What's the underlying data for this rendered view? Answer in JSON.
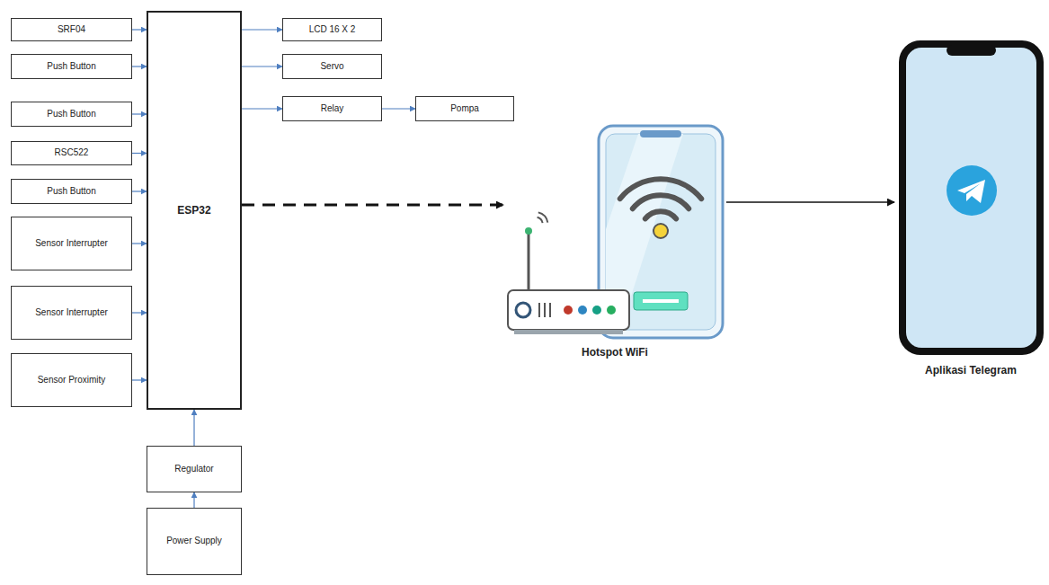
{
  "diagram": {
    "nodes": [
      {
        "text": [
          "SRF04"
        ]
      },
      {
        "text": [
          "Push Button"
        ]
      },
      {
        "text": [
          "Push Button"
        ]
      },
      {
        "text": [
          "RSC522"
        ]
      },
      {
        "text": [
          "Push Button"
        ]
      },
      {
        "text": [
          "Sensor Interrupter"
        ]
      },
      {
        "text": [
          "Sensor Interrupter"
        ]
      },
      {
        "text": [
          "Sensor Proximity"
        ]
      },
      {
        "text": [
          "ESP32"
        ]
      },
      {
        "text": [
          "LCD 16 X 2"
        ]
      },
      {
        "text": [
          "Servo"
        ]
      },
      {
        "text": [
          "Relay"
        ]
      },
      {
        "text": [
          "Pompa"
        ]
      },
      {
        "text": [
          "Regulator"
        ]
      },
      {
        "text": [
          "Power Supply"
        ]
      },
      {
        "text": [
          "Hotspot WiFi"
        ]
      },
      {
        "text": [
          "Aplikasi Telegram"
        ]
      }
    ],
    "edges": [
      {
        "from": 0,
        "to": 8,
        "arrow": "to"
      },
      {
        "from": 1,
        "to": 8,
        "arrow": "to"
      },
      {
        "from": 2,
        "to": 8,
        "arrow": "to"
      },
      {
        "from": 3,
        "to": 8,
        "arrow": "to"
      },
      {
        "from": 4,
        "to": 8,
        "arrow": "to"
      },
      {
        "from": 5,
        "to": 8,
        "arrow": "to"
      },
      {
        "from": 6,
        "to": 8,
        "arrow": "to"
      },
      {
        "from": 7,
        "to": 8,
        "arrow": "to"
      },
      {
        "from": 8,
        "to": 9,
        "arrow": "to"
      },
      {
        "from": 8,
        "to": 10,
        "arrow": "to"
      },
      {
        "from": 8,
        "to": 11,
        "arrow": "to"
      },
      {
        "from": 11,
        "to": 12,
        "arrow": "to"
      },
      {
        "from": 13,
        "to": 8,
        "arrow": "to"
      },
      {
        "from": 14,
        "to": 13,
        "arrow": "to"
      },
      {
        "from": 8,
        "to": 15,
        "arrow": "to"
      },
      {
        "from": 15,
        "to": 16,
        "arrow": "to"
      }
    ]
  }
}
